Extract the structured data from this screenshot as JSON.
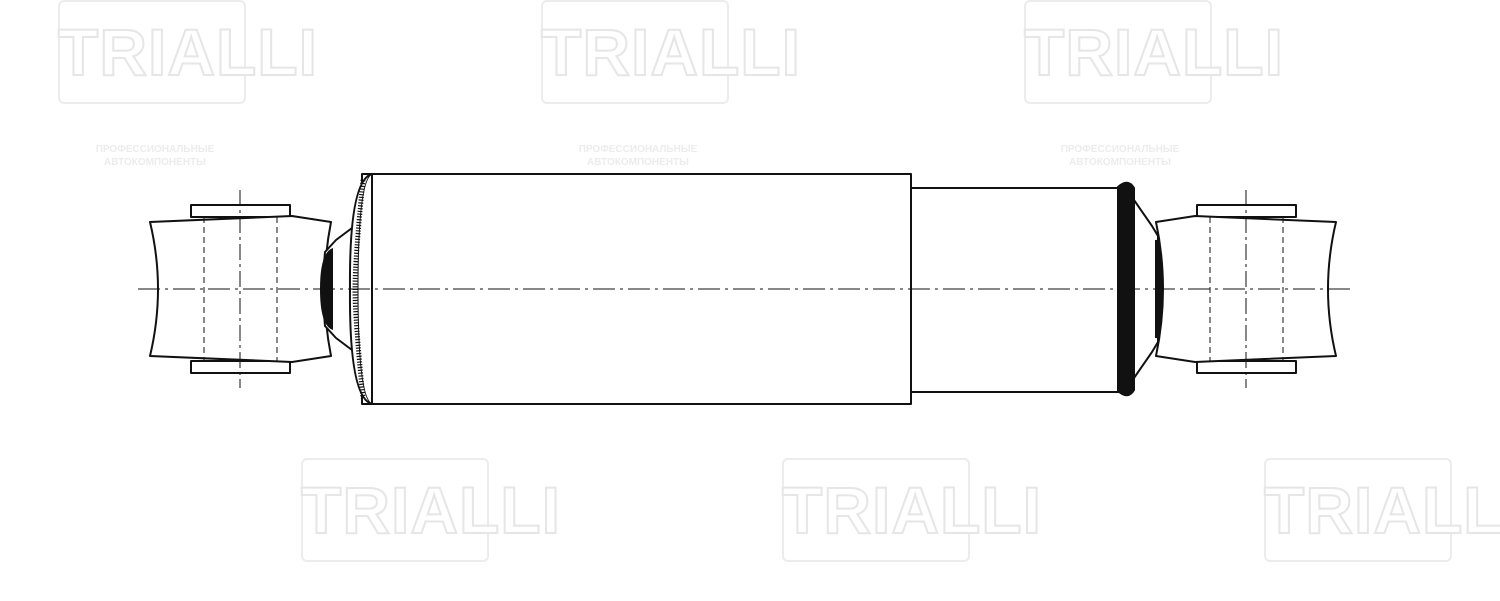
{
  "watermark": {
    "brand": "TRIALLI",
    "tagline_line1": "ПРОФЕССИОНАЛЬНЫЕ",
    "tagline_line2": "АВТОКОМПОНЕНТЫ"
  },
  "colors": {
    "line": "#111111",
    "watermark": "#e6e6e6",
    "background": "#ffffff"
  }
}
